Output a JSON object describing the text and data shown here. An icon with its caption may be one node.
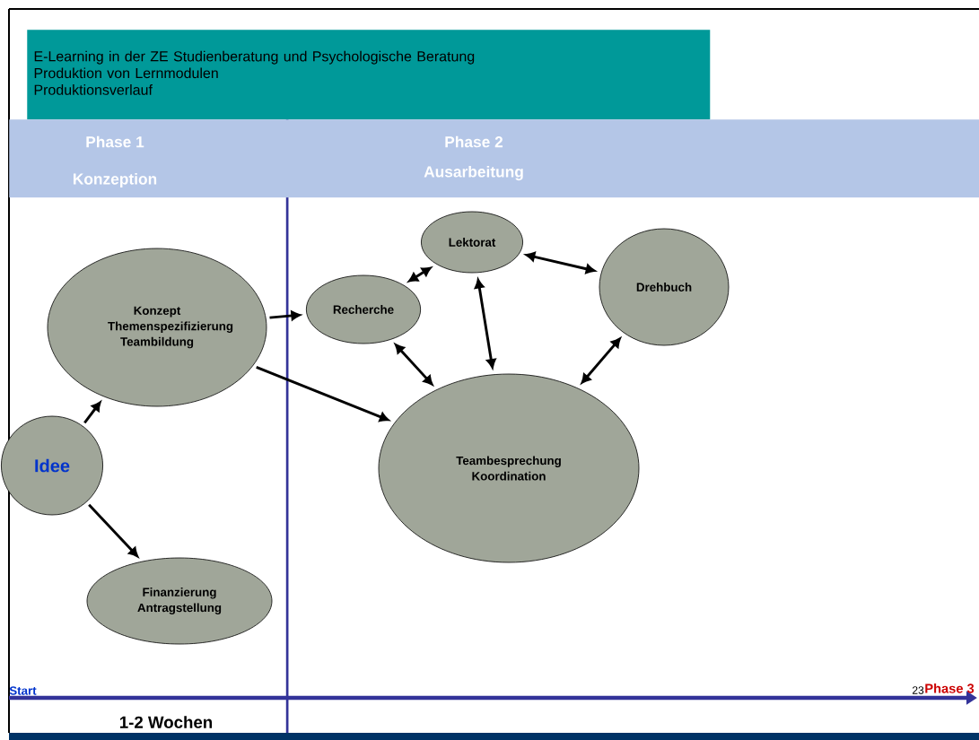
{
  "diagram": {
    "nodes": [
      {
        "text": [
          "E-Learning in der ZE Studienberatung und Psychologische  Beratung",
          "Produktion von Lernmodulen",
          "Produktionsverlauf"
        ]
      },
      {
        "text": [
          "Phase 1",
          "Konzeption",
          "Phase 2",
          "Ausarbeitung"
        ]
      },
      {
        "text": [
          "Idee"
        ]
      },
      {
        "text": [
          "Konzept Themenspezifizierung Teambildung"
        ]
      },
      {
        "text": [
          "Finanzierung Antragstellung"
        ]
      },
      {
        "text": [
          "Lektorat"
        ]
      },
      {
        "text": [
          "Recherche"
        ]
      },
      {
        "text": [
          "Drehbuch"
        ]
      },
      {
        "text": [
          "Teambesprechung Koordination"
        ]
      }
    ],
    "edges": [
      {
        "from": 2,
        "to": 3,
        "arrow": "to"
      },
      {
        "from": 2,
        "to": 4,
        "arrow": "to"
      },
      {
        "from": 3,
        "to": 6,
        "arrow": "to"
      },
      {
        "from": 3,
        "to": 8,
        "arrow": "to"
      },
      {
        "from": 6,
        "to": 5,
        "arrow": "both"
      },
      {
        "from": 5,
        "to": 7,
        "arrow": "both"
      },
      {
        "from": 5,
        "to": 8,
        "arrow": "both"
      },
      {
        "from": 6,
        "to": 8,
        "arrow": "both"
      },
      {
        "from": 7,
        "to": 8,
        "arrow": "both"
      }
    ],
    "labels": [
      "Start",
      "Phase 3",
      "23",
      "1-2 Wochen"
    ]
  }
}
